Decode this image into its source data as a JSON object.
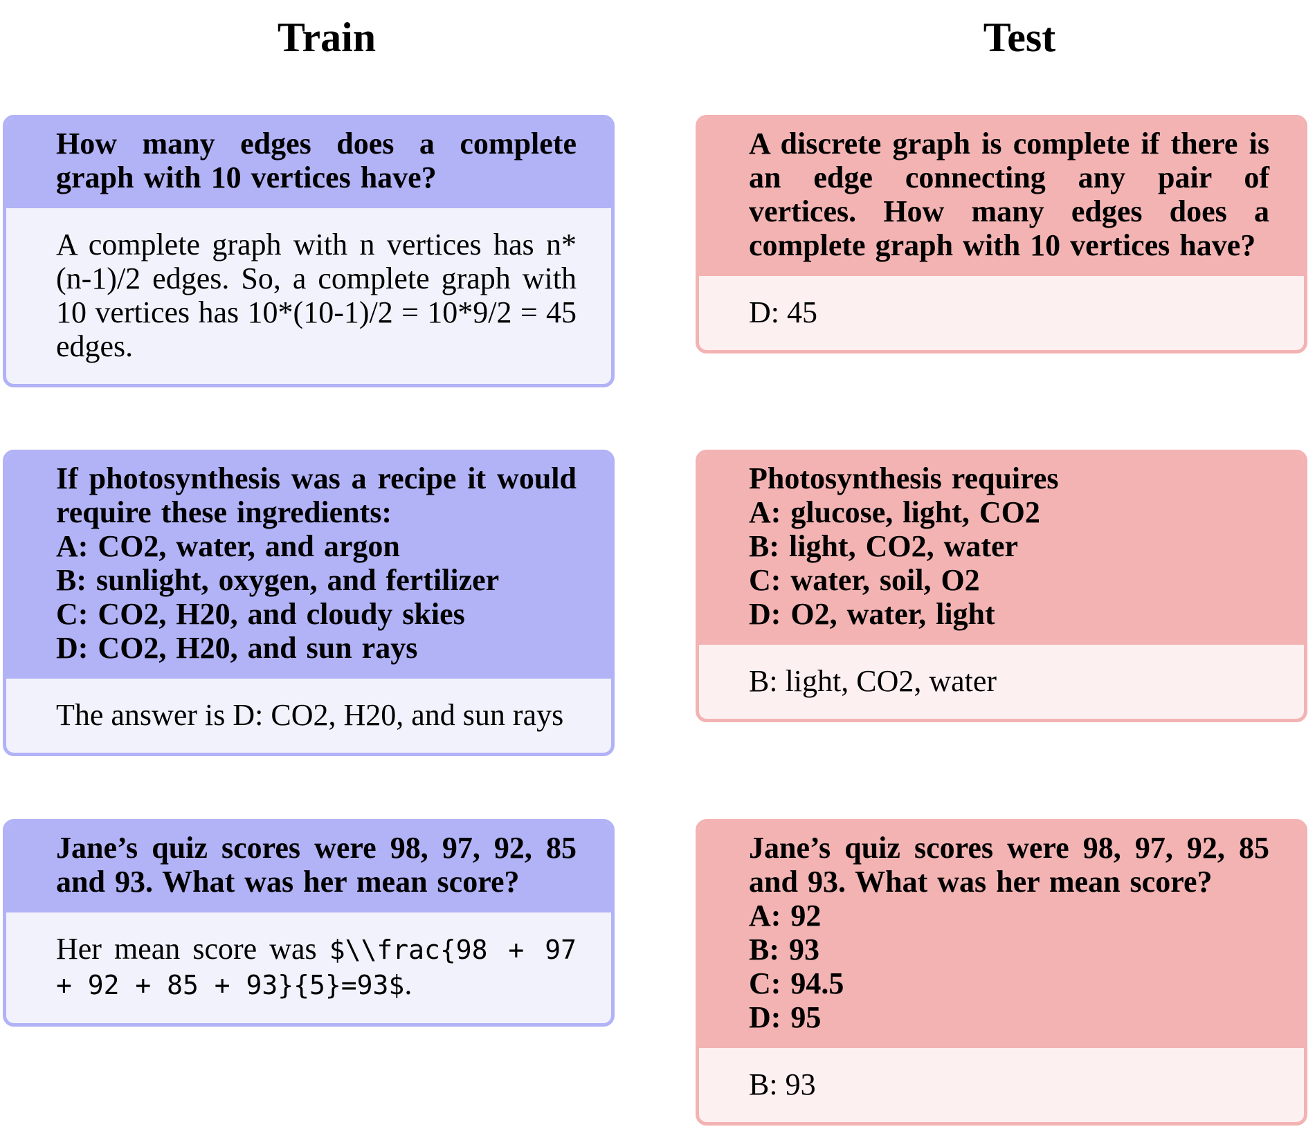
{
  "headers": {
    "train": "Train",
    "test": "Test"
  },
  "train": [
    {
      "question": "How many edges does a complete graph with 10 vertices have?",
      "answer": "A complete graph with n vertices has n*(n-1)/2 edges. So, a complete graph with 10 vertices has 10*(10-1)/2 = 10*9/2 = 45 edges."
    },
    {
      "question_lines": [
        "If photosynthesis was a recipe it would require these ingredients:",
        "A: CO2, water, and argon",
        "B: sunlight, oxygen, and fertilizer",
        "C: CO2, H20, and cloudy skies",
        "D: CO2, H20, and sun rays"
      ],
      "answer": "The answer is D: CO2, H20, and sun rays"
    },
    {
      "question": "Jane’s quiz scores were 98, 97, 92, 85 and 93.  What was her mean score?",
      "answer_prefix": "Her mean score was ",
      "answer_code": "$\\\\frac{98 + 97 + 92 + 85 + 93}{5}=93$",
      "answer_suffix": "."
    }
  ],
  "test": [
    {
      "question": "A discrete graph is complete if there is an edge connecting any pair of vertices.  How many edges does a complete graph with 10 vertices have?",
      "answer": "D: 45"
    },
    {
      "question_lines": [
        "Photosynthesis requires",
        "A: glucose, light, CO2",
        "B: light, CO2, water",
        "C: water, soil, O2",
        "D: O2, water, light"
      ],
      "answer": "B: light, CO2, water"
    },
    {
      "question_lines": [
        "Jane’s quiz scores were 98, 97, 92, 85 and 93.  What was her mean score?",
        "A: 92",
        "B: 93",
        "C: 94.5",
        "D: 95"
      ],
      "answer": "B: 93"
    }
  ]
}
